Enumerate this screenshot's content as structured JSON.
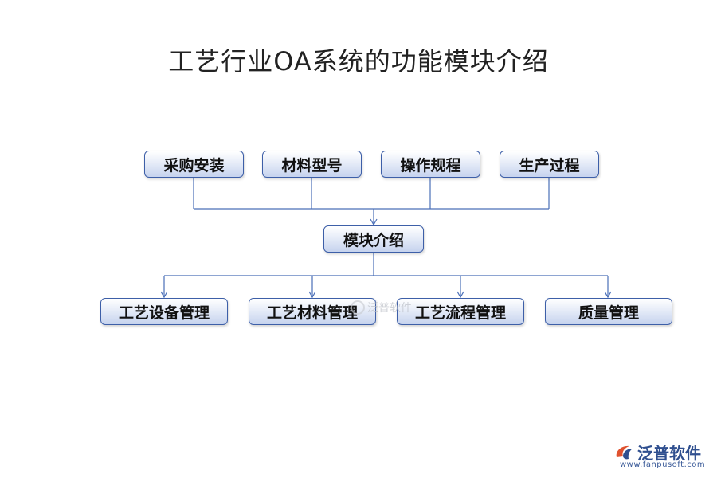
{
  "title": "工艺行业OA系统的功能模块介绍",
  "top_nodes": [
    "采购安装",
    "材料型号",
    "操作规程",
    "生产过程"
  ],
  "center_node": "模块介绍",
  "bottom_nodes": [
    "工艺设备管理",
    "工艺材料管理",
    "工艺流程管理",
    "质量管理"
  ],
  "watermark_center": "泛普软件",
  "brand": {
    "name": "泛普软件",
    "url": "www.fanpusoft.com",
    "color": "#2f4f8f",
    "accent": "#e0522f"
  },
  "colors": {
    "box_border": "#3d5fa8",
    "connector": "#4a6fb8"
  }
}
